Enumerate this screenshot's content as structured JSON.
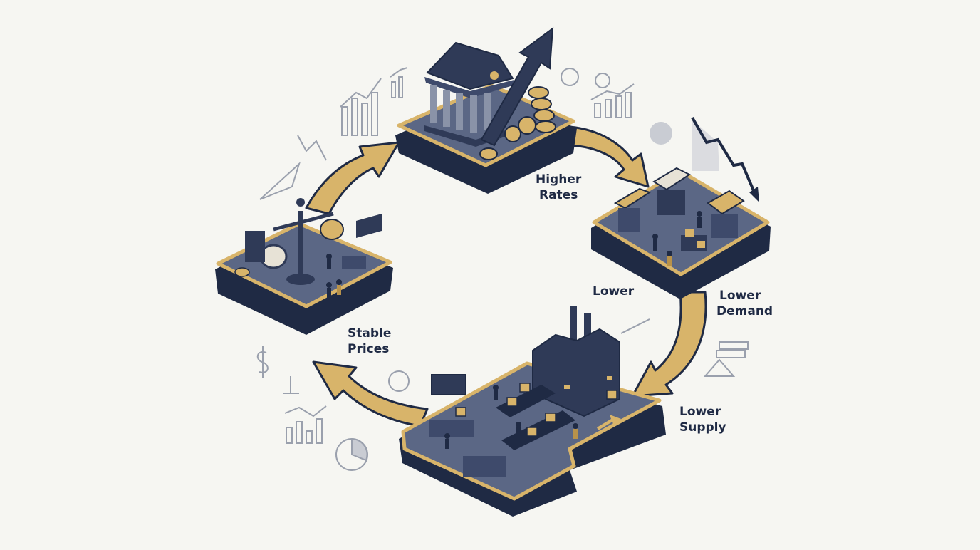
{
  "colors": {
    "background": "#f6f6f2",
    "navy": "#2f3a57",
    "navy_dark": "#1f2a44",
    "slate": "#5b6785",
    "gold": "#d8b46a",
    "gold_dark": "#b8924a",
    "sketch": "#9aa0ad"
  },
  "labels": {
    "higher_rates": {
      "line1": "Higher",
      "line2": "Rates"
    },
    "lower_demand": {
      "line1": "Lower",
      "line2": "Demand"
    },
    "lower": "Lower",
    "lower_supply": {
      "line1": "Lower",
      "line2": "Supply"
    },
    "stable_prices": {
      "line1": "Stable",
      "line2": "Prices"
    }
  },
  "icons": {
    "bank": "bank-icon",
    "market": "market-stalls-icon",
    "factory": "factory-icon",
    "scale": "balance-scale-icon",
    "dollar": "dollar-coin-icon",
    "euro": "euro-icon"
  }
}
